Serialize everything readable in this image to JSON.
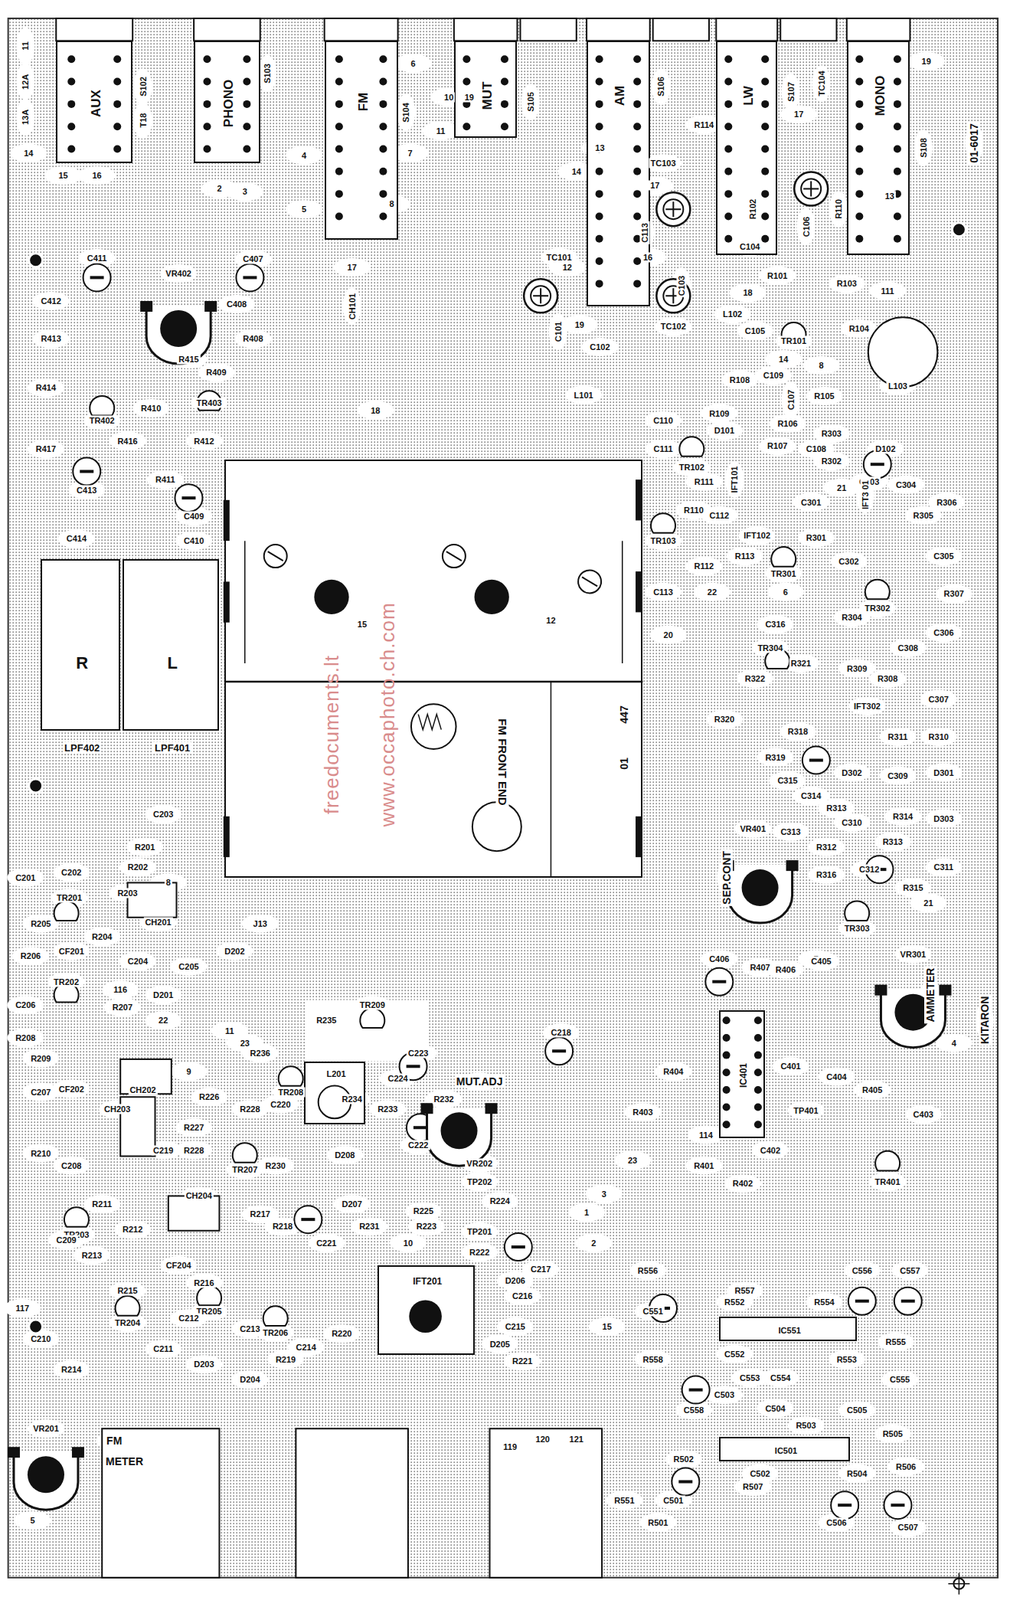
{
  "diagram": {
    "nodes": [
      {
        "text": [
          "AUX"
        ]
      },
      {
        "text": [
          "PHONO"
        ]
      },
      {
        "text": [
          "FM"
        ]
      },
      {
        "text": [
          "MUT"
        ]
      },
      {
        "text": [
          "AM"
        ]
      },
      {
        "text": [
          "LW"
        ]
      },
      {
        "text": [
          "MONO"
        ]
      },
      {
        "text": [
          "FM FRONT END"
        ]
      },
      {
        "text": [
          "R",
          "LPF402"
        ]
      },
      {
        "text": [
          "L",
          "LPF401"
        ]
      },
      {
        "text": [
          "IC401"
        ]
      },
      {
        "text": [
          "IC551"
        ]
      },
      {
        "text": [
          "IC501"
        ]
      },
      {
        "text": [
          "IFT201"
        ]
      },
      {
        "text": [
          "L201"
        ]
      }
    ],
    "labels": [
      "11",
      "12A",
      "13A",
      "14",
      "15",
      "16",
      "S102",
      "T18",
      "S103",
      "2",
      "3",
      "4",
      "5",
      "6",
      "S104",
      "7",
      "8",
      "10",
      "19",
      "11",
      "S105",
      "S106",
      "13",
      "14",
      "12",
      "S107",
      "17",
      "TC104",
      "S108",
      "19",
      "13",
      "R114",
      "TC103",
      "17",
      "C113",
      "16",
      "TC101",
      "C103",
      "TC102",
      "C104",
      "C106",
      "R102",
      "R110",
      "R101",
      "R103",
      "R104",
      "L102",
      "18",
      "C105",
      "TR101",
      "14",
      "C101",
      "C102",
      "19",
      "L101",
      "CH101",
      "17",
      "18",
      "L103",
      "111",
      "01-6017",
      "C411",
      "C412",
      "VR402",
      "C408",
      "C407",
      "R413",
      "R408",
      "R415",
      "R409",
      "R414",
      "TR402",
      "TR403",
      "R410",
      "R416",
      "R412",
      "R411",
      "R417",
      "C413",
      "C409",
      "C414",
      "C410",
      "R108",
      "C109",
      "C107",
      "8",
      "R105",
      "R109",
      "D101",
      "R106",
      "C110",
      "R107",
      "C108",
      "R303",
      "R302",
      "C303",
      "D102",
      "C111",
      "TR102",
      "R111",
      "IFT101",
      "C301",
      "21",
      "IFT3 01",
      "C304",
      "R306",
      "R305",
      "R110",
      "C112",
      "TR103",
      "IFT102",
      "R301",
      "TR301",
      "C302",
      "C305",
      "R112",
      "22",
      "R113",
      "6",
      "C316",
      "TR302",
      "R307",
      "R304",
      "C113",
      "20",
      "C306",
      "C308",
      "R321",
      "TR304",
      "R309",
      "R308",
      "IFT302",
      "C307",
      "R322",
      "R320",
      "R318",
      "R310",
      "R319",
      "C315",
      "R311",
      "D302",
      "C309",
      "D301",
      "C314",
      "R313",
      "C310",
      "R314",
      "D303",
      "C313",
      "R312",
      "R313",
      "C312",
      "C311",
      "VR401",
      "SEP.CONT",
      "R316",
      "21",
      "R315",
      "TR303",
      "7",
      "VR301",
      "AMMETER",
      "4",
      "C406",
      "R407",
      "R406",
      "C405",
      "C218",
      "R404",
      "C401",
      "C404",
      "R405",
      "R403",
      "TP401",
      "C403",
      "114",
      "C402",
      "23",
      "R401",
      "R402",
      "TR401",
      "3",
      "1",
      "2",
      "15",
      "KITARON",
      "R556",
      "R557",
      "C556",
      "C557",
      "C551",
      "R552",
      "R554",
      "R558",
      "C552",
      "R553",
      "R555",
      "C553",
      "C554",
      "C555",
      "C558",
      "C503",
      "C504",
      "C505",
      "R503",
      "R505",
      "C502",
      "R504",
      "R502",
      "R506",
      "C501",
      "R507",
      "C506",
      "C507",
      "R501",
      "R551",
      "C203",
      "R201",
      "R202",
      "C201",
      "C202",
      "R203",
      "CH201",
      "8",
      "R205",
      "TR201",
      "R204",
      "J13",
      "D202",
      "C204",
      "CF201",
      "R206",
      "C205",
      "116",
      "D201",
      "TR202",
      "R207",
      "C206",
      "22",
      "R208",
      "R209",
      "CH202",
      "9",
      "11",
      "23",
      "R236",
      "R235",
      "TR209",
      "C223",
      "C224",
      "TR208",
      "R234",
      "R233",
      "R232",
      "MUT.ADJ",
      "VR202",
      "C207",
      "CF202",
      "CH203",
      "R226",
      "R228",
      "C220",
      "R227",
      "C219",
      "R228",
      "TR207",
      "R230",
      "D208",
      "C222",
      "TP202",
      "R210",
      "C208",
      "TR203",
      "R211",
      "R212",
      "CH204",
      "R217",
      "R218",
      "C221",
      "D207",
      "R231",
      "R225",
      "R223",
      "10",
      "R224",
      "TP201",
      "R222",
      "C217",
      "D206",
      "C216",
      "C215",
      "D205",
      "R221",
      "C209",
      "R213",
      "CF204",
      "R216",
      "TR205",
      "TR206",
      "R220",
      "R219",
      "C214",
      "R215",
      "TR204",
      "C212",
      "C213",
      "C211",
      "D203",
      "D204",
      "R214",
      "C210",
      "117",
      "VR201",
      "FM",
      "METER",
      "5",
      "119",
      "120",
      "121",
      "15",
      "12",
      "01",
      "447",
      "freedocuments.lt",
      "www.occaphoto.ch.com"
    ]
  }
}
